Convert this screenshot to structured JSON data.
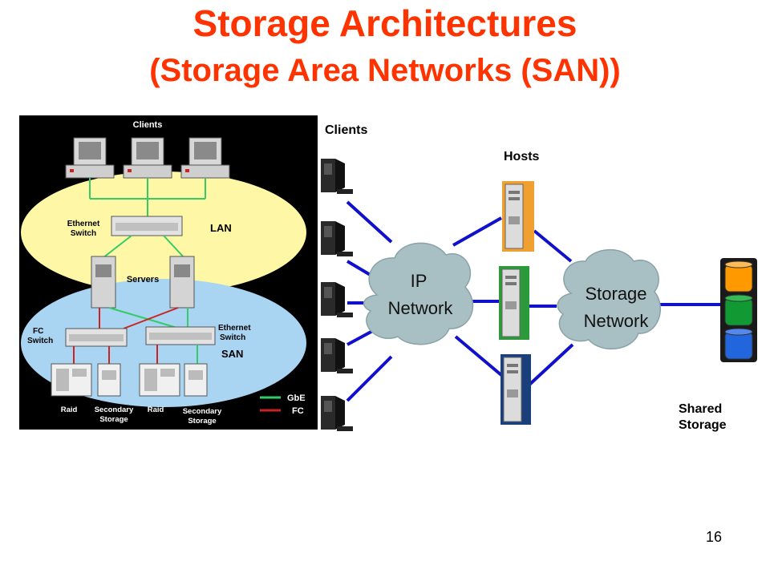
{
  "slide": {
    "title": "Storage Architectures",
    "subtitle": "(Storage Area Networks (SAN))",
    "page_number": "16"
  },
  "left_diagram": {
    "clients_label": "Clients",
    "ethernet_switch_line1": "Ethernet",
    "ethernet_switch_line2": "Switch",
    "lan_label": "LAN",
    "servers_label": "Servers",
    "fc_switch_line1": "FC",
    "fc_switch_line2": "Switch",
    "ethernet_switch2_line1": "Ethernet",
    "ethernet_switch2_line2": "Switch",
    "san_label": "SAN",
    "raid1_label": "Raid",
    "secondary1_line1": "Secondary",
    "secondary1_line2": "Storage",
    "raid2_label": "Raid",
    "secondary2_line1": "Secondary",
    "secondary2_line2": "Storage",
    "legend": [
      {
        "label": "GbE",
        "color": "#33cc66"
      },
      {
        "label": "FC",
        "color": "#cc2222"
      }
    ]
  },
  "right_diagram": {
    "clients_label": "Clients",
    "hosts_label": "Hosts",
    "ip_network_line1": "IP",
    "ip_network_line2": "Network",
    "storage_network_line1": "Storage",
    "storage_network_line2": "Network",
    "shared_storage_line1": "Shared",
    "shared_storage_line2": "Storage",
    "link_color": "#1111cc",
    "cloud_color": "#a8bfc4",
    "host_colors": [
      "#f0a030",
      "#2a9a3a",
      "#1a3f7a"
    ],
    "storage_colors": [
      "#ff9900",
      "#119933",
      "#2266dd"
    ]
  }
}
